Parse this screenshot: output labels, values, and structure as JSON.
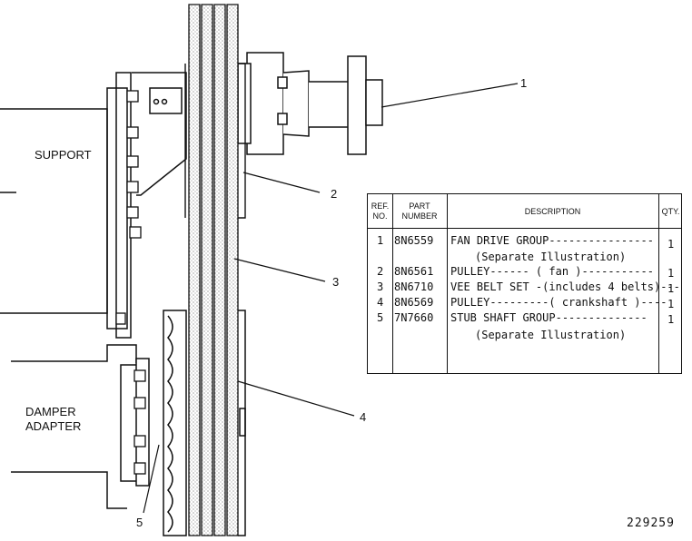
{
  "labels": {
    "support": "SUPPORT",
    "damper_line1": "DAMPER",
    "damper_line2": "ADAPTER"
  },
  "callouts": [
    "1",
    "2",
    "3",
    "4",
    "5"
  ],
  "figure_number": "229259",
  "table": {
    "headers": {
      "ref_line1": "REF.",
      "ref_line2": "NO.",
      "part_line1": "PART",
      "part_line2": "NUMBER",
      "description": "DESCRIPTION",
      "qty": "QTY."
    },
    "rows": [
      {
        "ref": "1",
        "part": "8N6559",
        "desc": "FAN DRIVE GROUP----------------",
        "desc2": "(Separate Illustration)",
        "qty": "1"
      },
      {
        "ref": "2",
        "part": "8N6561",
        "desc": "PULLEY------ ( fan )-----------",
        "desc2": "",
        "qty": "1"
      },
      {
        "ref": "3",
        "part": "8N6710",
        "desc": "VEE BELT SET -(includes 4 belts)---",
        "desc2": "",
        "qty": "1"
      },
      {
        "ref": "4",
        "part": "8N6569",
        "desc": "PULLEY---------( crankshaft )----",
        "desc2": "",
        "qty": "1"
      },
      {
        "ref": "5",
        "part": "7N7660",
        "desc": "STUB SHAFT GROUP--------------",
        "desc2": "(Separate Illustration)",
        "qty": "1"
      }
    ]
  }
}
